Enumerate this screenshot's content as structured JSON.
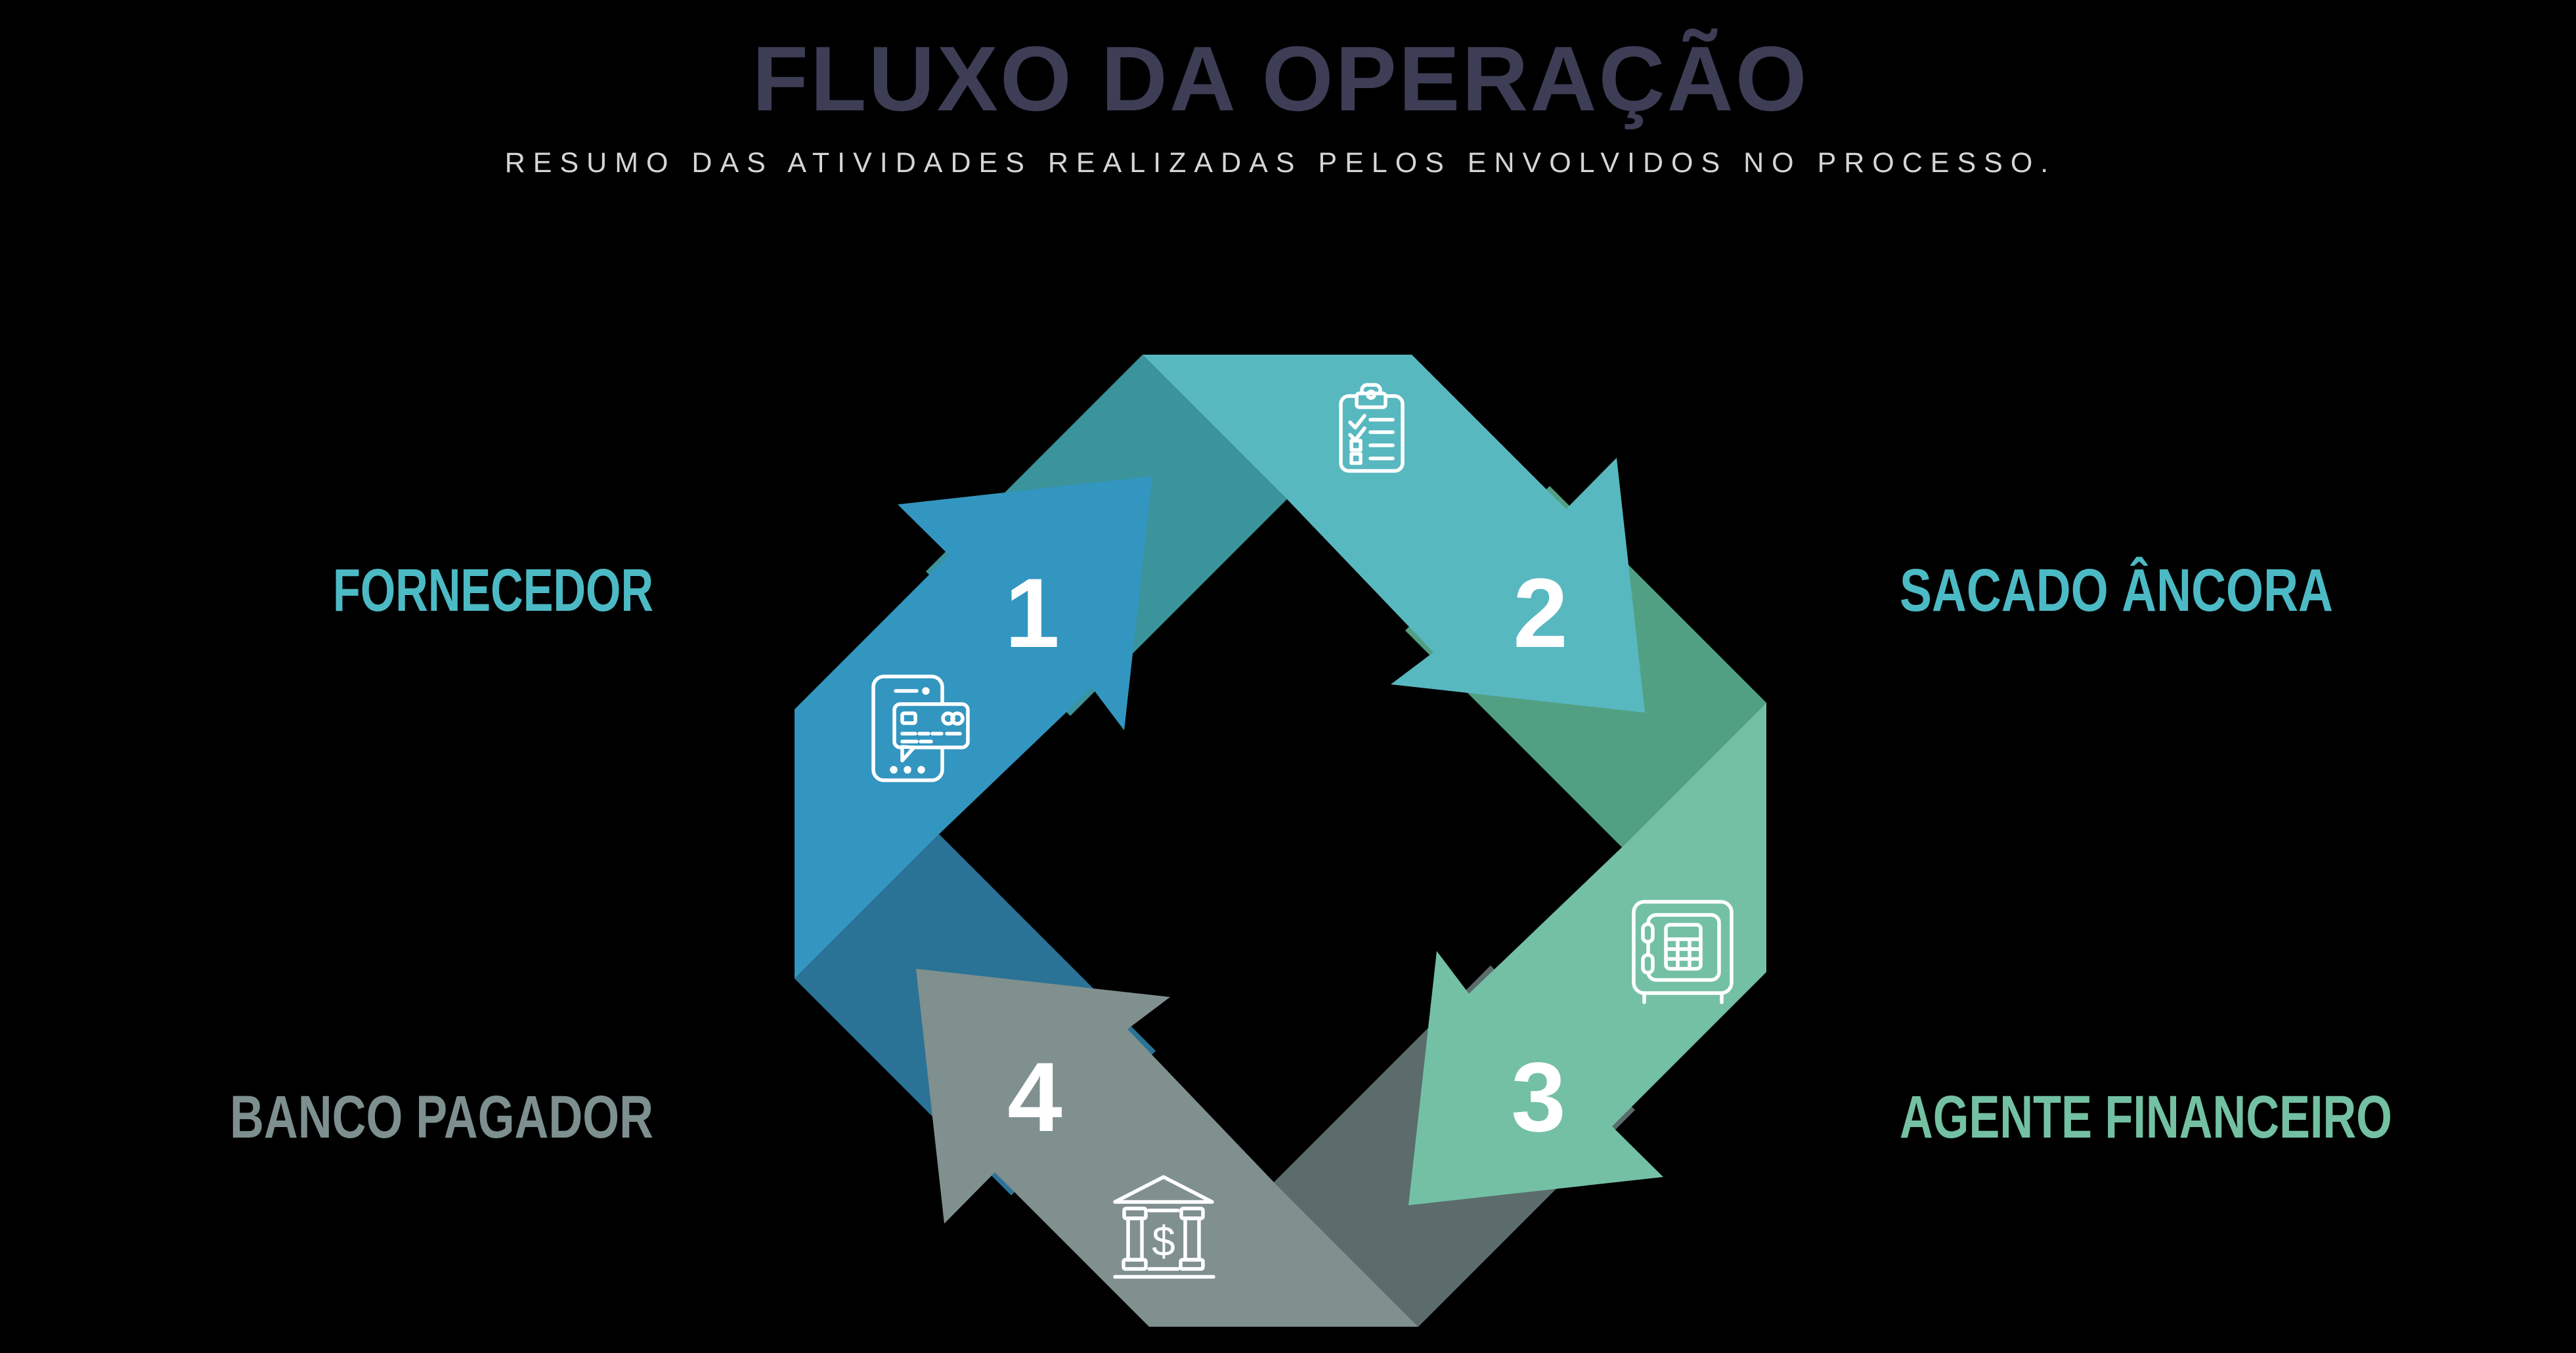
{
  "background_color": "#000000",
  "header": {
    "title": "FLUXO DA OPERAÇÃO",
    "title_color": "#3d3d56",
    "subtitle": "RESUMO DAS ATIVIDADES REALIZADAS PELOS ENVOLVIDOS NO PROCESSO.",
    "subtitle_color": "#d5d5d5"
  },
  "cycle": {
    "description": "four-step folded arrow cycle diagram",
    "steps": [
      {
        "number": "1",
        "label": "FORNECEDOR",
        "icon": "smartphone-credit-card-icon",
        "color": "#3396c0",
        "dark_color": "#2b7396",
        "label_color": "#4cbac5"
      },
      {
        "number": "2",
        "label": "SACADO ÂNCORA",
        "icon": "clipboard-checklist-icon",
        "color": "#58b8c0",
        "dark_color": "#3b939c",
        "label_color": "#4cbac5"
      },
      {
        "number": "3",
        "label": "AGENTE FINANCEIRO",
        "icon": "safe-vault-icon",
        "color": "#74c0a4",
        "dark_color": "#52a084",
        "label_color": "#73c1a2"
      },
      {
        "number": "4",
        "label": "BANCO PAGADOR",
        "icon": "bank-icon",
        "color": "#80908f",
        "dark_color": "#5c6c6d",
        "label_color": "#7d908f"
      }
    ]
  }
}
